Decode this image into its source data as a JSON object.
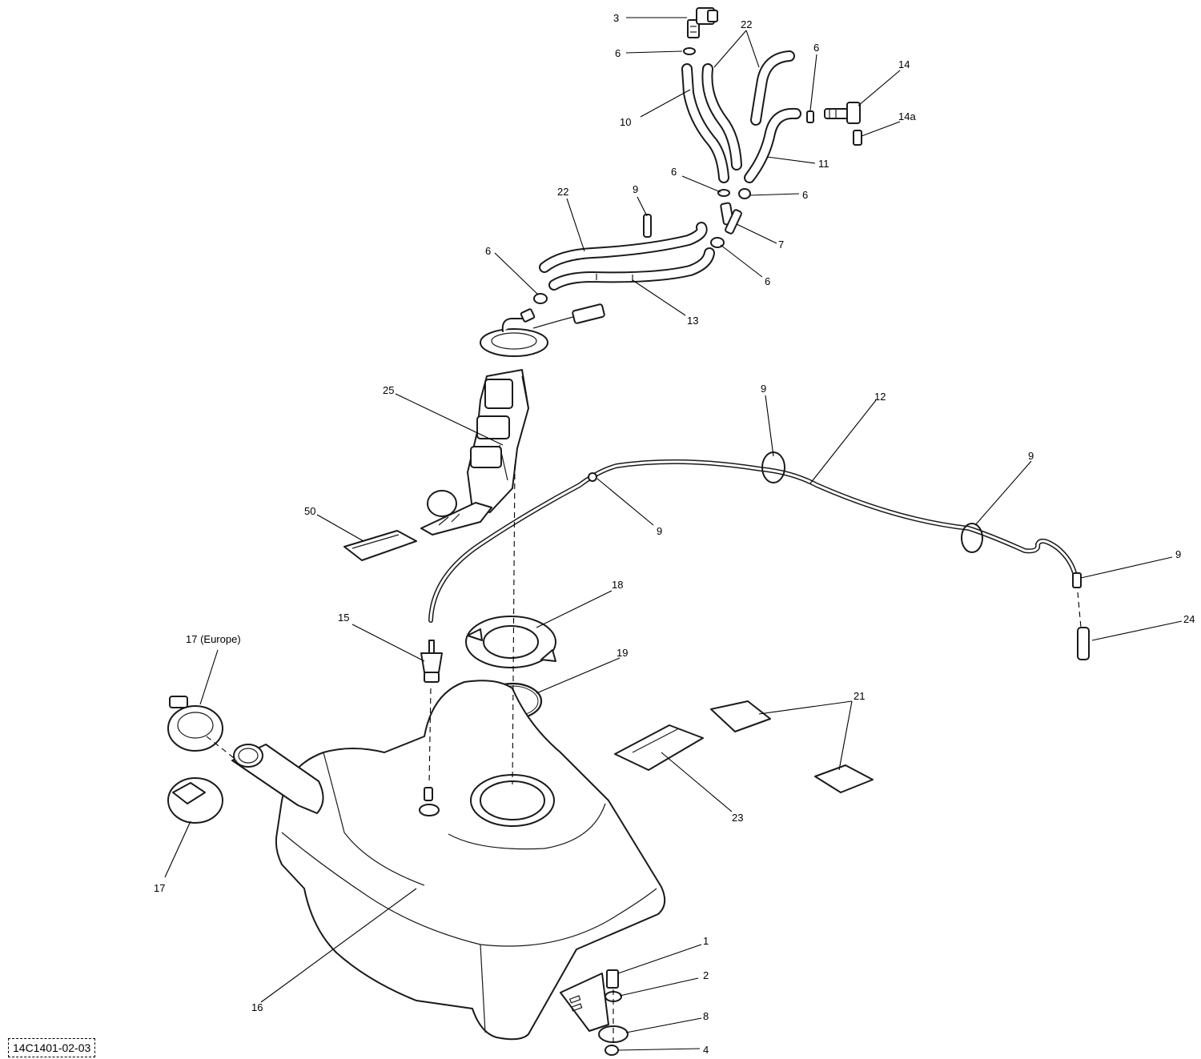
{
  "diagram": {
    "reference_code": "14C1401-02-03",
    "callouts": {
      "c1": "1",
      "c2": "2",
      "c3": "3",
      "c4": "4",
      "c6a": "6",
      "c6b": "6",
      "c6c": "6",
      "c6d": "6",
      "c6e": "6",
      "c6f": "6",
      "c7": "7",
      "c8": "8",
      "c9a": "9",
      "c9b": "9",
      "c9c": "9",
      "c9d": "9",
      "c9e": "9",
      "c10": "10",
      "c11": "11",
      "c12": "12",
      "c13": "13",
      "c14": "14",
      "c14a": "14a",
      "c15": "15",
      "c16": "16",
      "c17": "17",
      "c17eu": "17 (Europe)",
      "c18": "18",
      "c19": "19",
      "c21": "21",
      "c22a": "22",
      "c22b": "22",
      "c23": "23",
      "c24": "24",
      "c25": "25",
      "c50": "50"
    }
  }
}
